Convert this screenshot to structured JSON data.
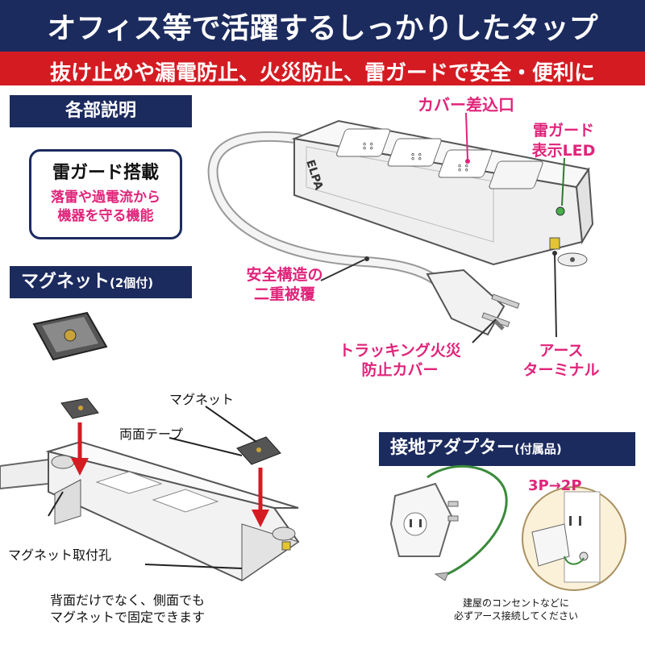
{
  "header": {
    "title": "オフィス等で活躍するしっかりしたタップ",
    "subtitle": "抜け止めや漏電防止、火災防止、雷ガードで安全・便利に"
  },
  "sections": {
    "parts": "各部説明",
    "magnet": "マグネット",
    "magnet_count": "(2個付)",
    "adapter": "接地アダプター",
    "adapter_note": "(付属品)"
  },
  "guard_box": {
    "title": "雷ガード搭載",
    "desc_line1": "落雷や過電流から",
    "desc_line2": "機器を守る機能"
  },
  "callouts": {
    "cover": "カバー差込口",
    "led_line1": "雷ガード",
    "led_line2": "表示LED",
    "double_line1": "安全構造の",
    "double_line2": "二重被覆",
    "tracking_line1": "トラッキング火災",
    "tracking_line2": "防止カバー",
    "earth_line1": "アース",
    "earth_line2": "ターミナル"
  },
  "magnet_diagram": {
    "magnet_label": "マグネット",
    "tape_label": "両面テープ",
    "hole_label": "マグネット取付孔",
    "note_line1": "背面だけでなく、側面でも",
    "note_line2": "マグネットで固定できます"
  },
  "adapter_info": {
    "conversion": "3P→2P",
    "note_line1": "建屋のコンセントなどに",
    "note_line2": "必ずアース接続してください"
  },
  "product": {
    "brand": "ELPA"
  },
  "colors": {
    "navy": "#1c2b5e",
    "red": "#d41b22",
    "pink": "#e0247a",
    "green_wire": "#3a8a3a"
  }
}
